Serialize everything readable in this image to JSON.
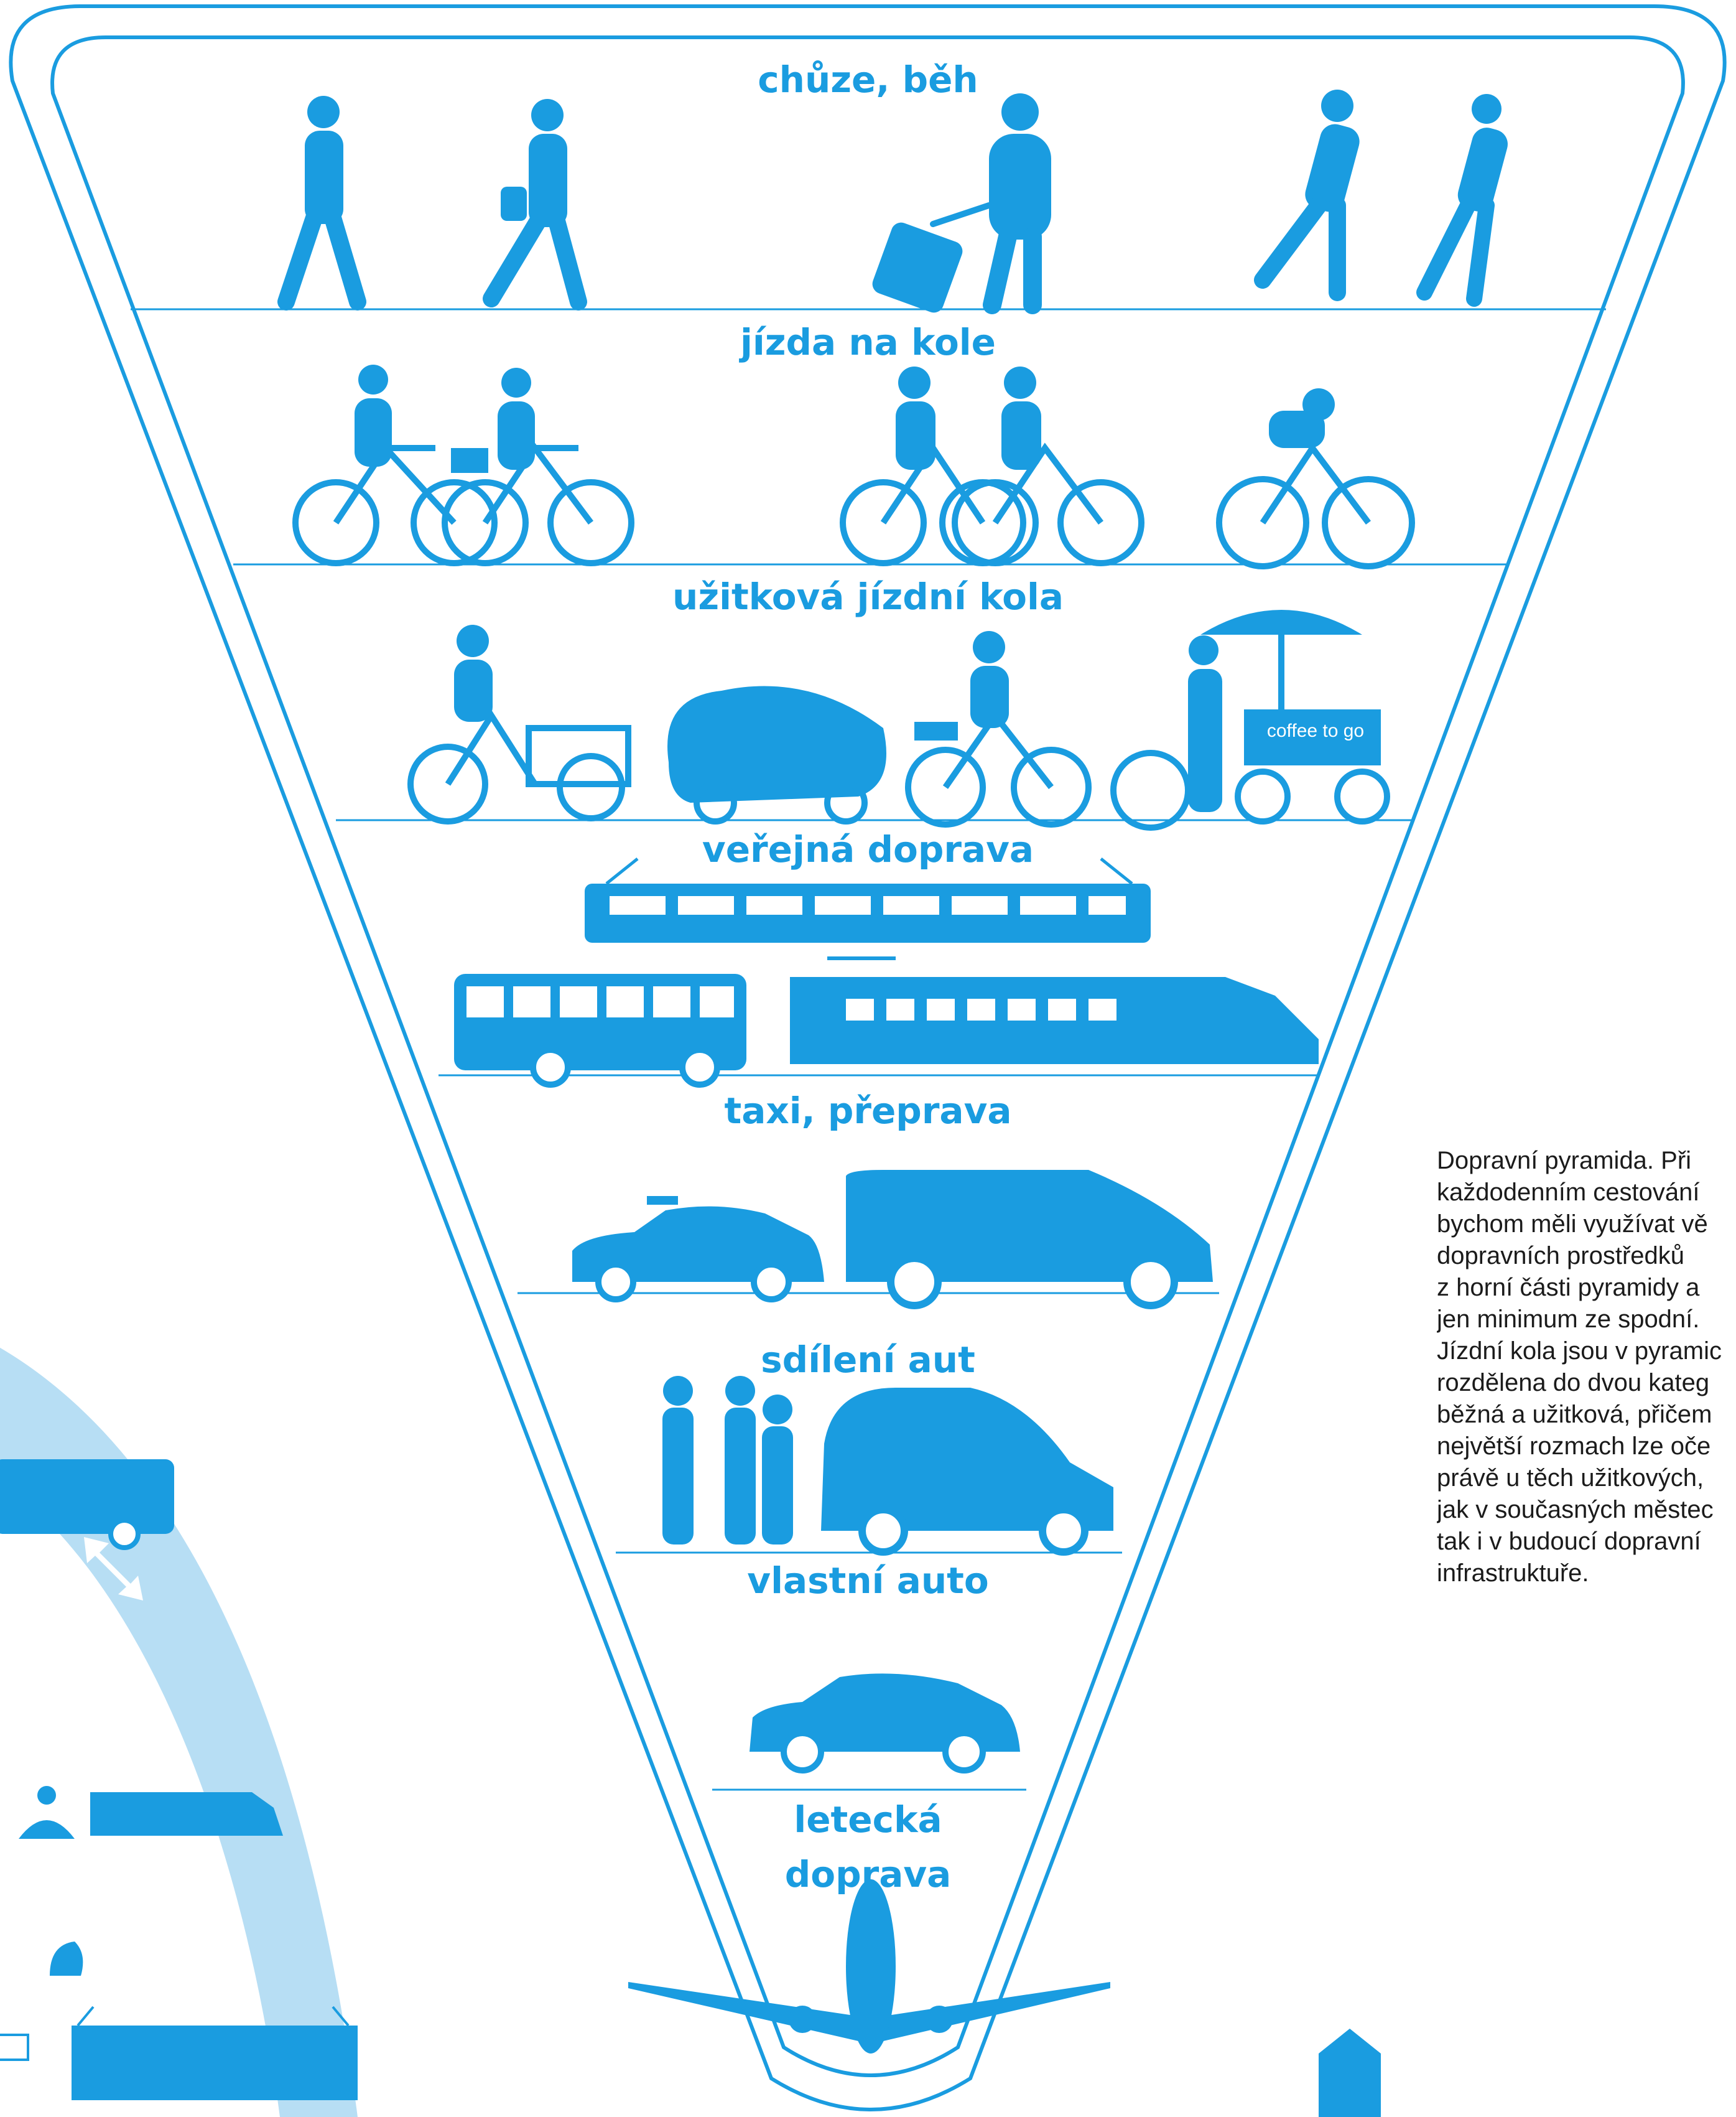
{
  "colors": {
    "accent": "#1a9ce0",
    "light_band": "#b7def4",
    "caption_text": "#1b1b1b"
  },
  "tiers": [
    {
      "label": "chůze, běh",
      "icons": [
        "walking-man",
        "walking-man-with-bag",
        "man-with-trolley-suitcase",
        "running-man",
        "running-woman"
      ]
    },
    {
      "label": "jízda na kole",
      "icons": [
        "cyclist-woman",
        "cyclist-man",
        "cyclist",
        "cyclist",
        "road-cyclist"
      ]
    },
    {
      "label": "užitková jízdní kola",
      "icons": [
        "cargo-bike",
        "velomobile",
        "cyclist-with-rack",
        "coffee-cart-bike"
      ]
    },
    {
      "label": "veřejná doprava",
      "icons": [
        "tram",
        "bus",
        "high-speed-train"
      ]
    },
    {
      "label": "taxi, přeprava",
      "icons": [
        "taxi-car",
        "van"
      ]
    },
    {
      "label": "sdílení aut",
      "icons": [
        "standing-people",
        "compact-car"
      ]
    },
    {
      "label": "vlastní auto",
      "icons": [
        "sedan-car"
      ]
    },
    {
      "label": "letecká\ndoprava",
      "icons": [
        "airplane"
      ]
    }
  ],
  "cart_sign": "coffee to go",
  "caption": "Dopravní pyramida. Při\nkaždodenním cestování\nbychom měli využívat vě\ndopravních prostředků\nz horní části pyramidy a\njen minimum ze spodní.\nJízdní kola jsou v pyramic\nrozdělena do dvou kateg\nběžná a užitková, přičem\nnejvětší rozmach lze oče\nprávě u těch užitkových,\njak v současných městec\ntak i v budoucí dopravní\ninfrastruktuře.",
  "side_icons": [
    "bus-icon",
    "double-arrow-icon",
    "train-icon",
    "meditation-icon",
    "sleeping-head-icon",
    "laptop-icon",
    "tram-icon"
  ]
}
